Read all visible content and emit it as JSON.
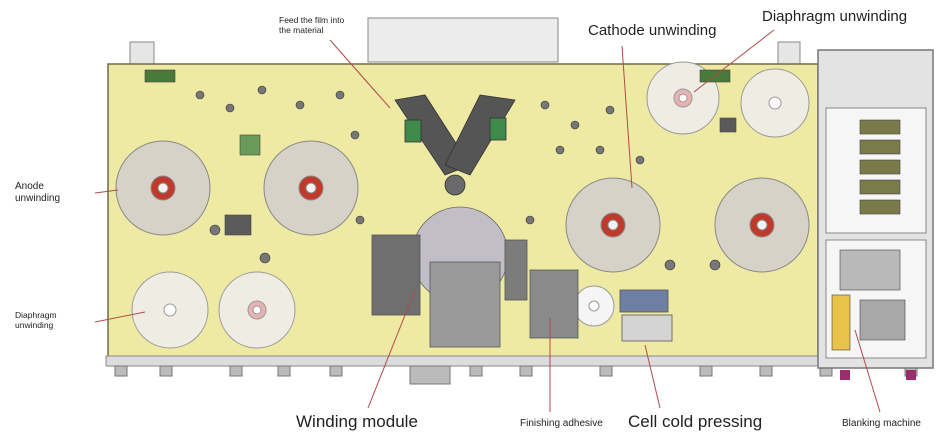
{
  "labels": {
    "feed_film": "Feed the film into\nthe material",
    "cathode_unwinding": "Cathode unwinding",
    "diaphragm_unwinding_top": "Diaphragm unwinding",
    "anode_unwinding": "Anode\nunwinding",
    "diaphragm_unwinding_left": "Diaphragm\nunwinding",
    "winding_module": "Winding module",
    "finishing_adhesive": "Finishing adhesive",
    "cell_cold_pressing": "Cell cold pressing",
    "blanking_machine": "Blanking machine"
  },
  "colors": {
    "panel": "#efeaa3",
    "panel_edge": "#6e6b4a",
    "reel": "#d6d2c8",
    "reel_hub": "#c0392b",
    "cabinet": "#d9d9d9",
    "leader": "#b04a4a"
  }
}
